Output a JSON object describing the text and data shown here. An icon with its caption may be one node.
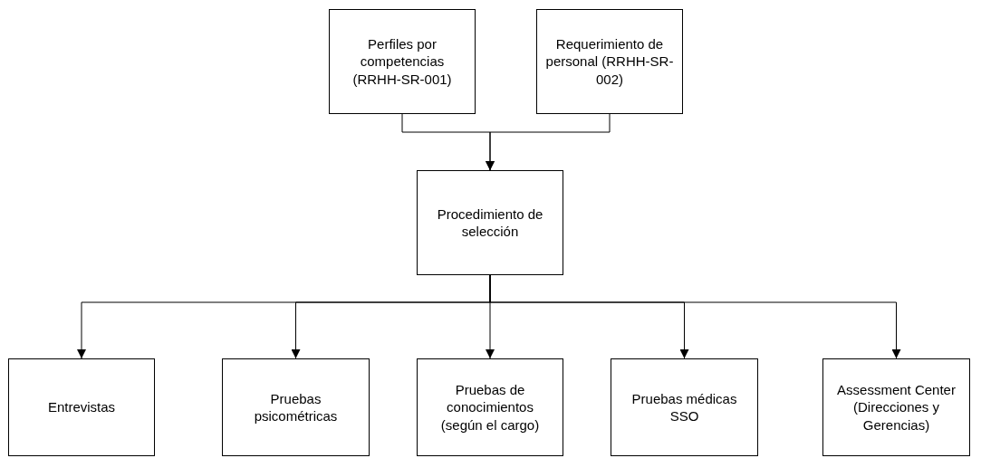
{
  "diagram": {
    "nodes": [
      {
        "text": [
          "Perfiles por competencias (RRHH-SR-001)"
        ]
      },
      {
        "text": [
          "Requerimiento de personal (RRHH-SR-002)"
        ]
      },
      {
        "text": [
          "Procedimiento de selección"
        ]
      },
      {
        "text": [
          "Entrevistas"
        ]
      },
      {
        "text": [
          "Pruebas psicométricas"
        ]
      },
      {
        "text": [
          "Pruebas de conocimientos (según el cargo)"
        ]
      },
      {
        "text": [
          "Pruebas médicas SSO"
        ]
      },
      {
        "text": [
          "Assessment Center (Direcciones y Gerencias)"
        ]
      }
    ],
    "edges": [
      {
        "from": 0,
        "to": 2,
        "arrow": "to"
      },
      {
        "from": 1,
        "to": 2,
        "arrow": "to"
      },
      {
        "from": 2,
        "to": 3,
        "arrow": "to"
      },
      {
        "from": 2,
        "to": 4,
        "arrow": "to"
      },
      {
        "from": 2,
        "to": 5,
        "arrow": "to"
      },
      {
        "from": 2,
        "to": 6,
        "arrow": "to"
      },
      {
        "from": 2,
        "to": 7,
        "arrow": "to"
      }
    ]
  }
}
